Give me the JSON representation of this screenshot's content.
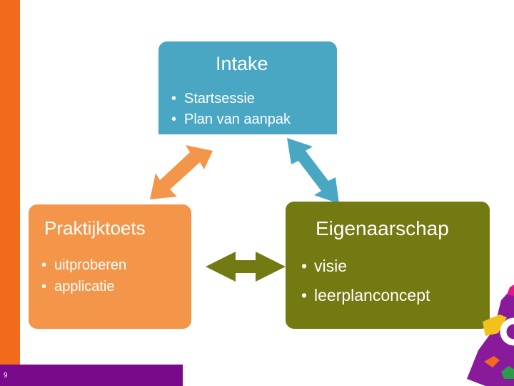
{
  "page_number": "9",
  "colors": {
    "side_bar": "#f26a1b",
    "footer_bar": "#7a0a8c",
    "intake": "#4aa7c4",
    "praktijktoets": "#f4964a",
    "eigenaarschap": "#737a12",
    "arrow_orange": "#f4964a",
    "arrow_blue": "#4aa7c4",
    "arrow_olive": "#737a12"
  },
  "intake": {
    "title": "Intake",
    "items": [
      "Startsessie",
      "Plan van aanpak"
    ]
  },
  "praktijktoets": {
    "title": "Praktijktoets",
    "items": [
      "uitproberen",
      "applicatie"
    ]
  },
  "eigenaarschap": {
    "title": "Eigenaarschap",
    "items": [
      "visie",
      "leerplanconcept"
    ]
  },
  "arrows": [
    {
      "name": "intake-praktijktoets",
      "color": "orange"
    },
    {
      "name": "intake-eigenaarschap",
      "color": "blue"
    },
    {
      "name": "praktijktoets-eigenaarschap",
      "color": "olive"
    }
  ]
}
